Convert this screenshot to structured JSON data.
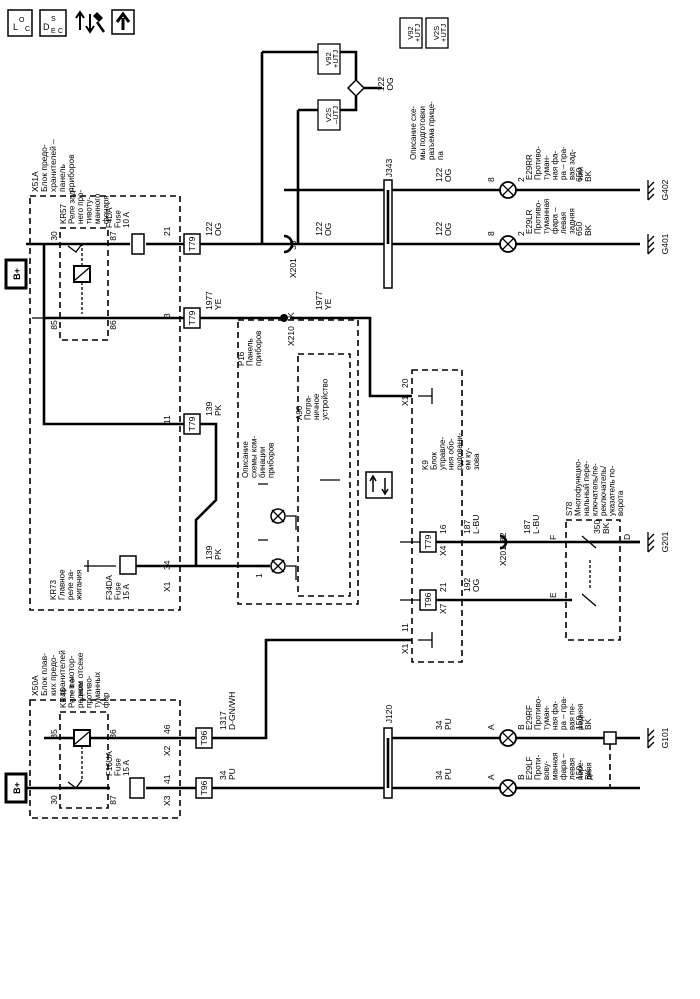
{
  "toolbar": {
    "loc_sub": "L",
    "loc_sup": "O",
    "loc_tail": "C",
    "desc_main": "D",
    "desc_sub": "E",
    "desc_sup": "S",
    "desc_tail": "C"
  },
  "supply": {
    "b_plus_top": "B+",
    "b_plus_bottom": "B+"
  },
  "x51a": {
    "title": [
      "X51A",
      "Блок предо-",
      "хранителей –",
      "панель",
      "приборов"
    ],
    "kr57": [
      "KR57",
      "Реле зад-",
      "него про-",
      "тивоту-",
      "манного",
      "фонаря"
    ],
    "kr57_pins": {
      "p30": "30",
      "p87": "87",
      "p85": "85",
      "p86": "86"
    },
    "f4da": [
      "F4DA",
      "Fuse",
      "10 A"
    ],
    "kr73": [
      "KR73",
      "Главное",
      "реле за-",
      "жигания"
    ],
    "f34da": [
      "F34DA",
      "Fuse",
      "15 A"
    ],
    "pins": {
      "p21": "21",
      "p3": "3",
      "p11": "11",
      "p34": "34",
      "x1": "X1"
    }
  },
  "x50a": {
    "title": [
      "X50A",
      "Блок плав-",
      "ких предо-",
      "хранителей",
      "– в мотор-",
      "ном отсеке"
    ],
    "kr46": [
      "KR46",
      "Реле пе-",
      "редних",
      "противо-",
      "туманных",
      "фар"
    ],
    "kr46_pins": {
      "p85": "85",
      "p86": "86",
      "p30": "30",
      "p87": "87"
    },
    "f16ua": [
      "F16UA",
      "Fuse",
      "15 A"
    ],
    "pins": {
      "p46": "46",
      "p41": "41",
      "x2": "X2",
      "x3": "X3"
    }
  },
  "connectors": {
    "t79": "T79",
    "t96": "T96"
  },
  "wires": {
    "w122a": [
      "122",
      "OG"
    ],
    "w122b": [
      "122",
      "OG"
    ],
    "w122c": [
      "122",
      "OG"
    ],
    "w122d": [
      "122",
      "OG"
    ],
    "w122e": [
      "122",
      "OG"
    ],
    "w1977a": [
      "1977",
      "YE"
    ],
    "w1977b": [
      "1977",
      "YE"
    ],
    "w139a": [
      "139",
      "PK"
    ],
    "w139b": [
      "139",
      "PK"
    ],
    "w187a": [
      "187",
      "L-BU"
    ],
    "w187b": [
      "187",
      "L-BU"
    ],
    "w192": [
      "192",
      "OG"
    ],
    "w350": [
      "350",
      "BK"
    ],
    "w650a": [
      "650",
      "BK"
    ],
    "w650b": [
      "650",
      "BK"
    ],
    "w1317": [
      "1317",
      "D-GN/WH"
    ],
    "w34a": [
      "34",
      "PU"
    ],
    "w34b": [
      "34",
      "PU"
    ],
    "w34c": [
      "34",
      "PU"
    ],
    "w150a": [
      "150",
      "BK"
    ],
    "w150b": [
      "150",
      "BK"
    ]
  },
  "x201": {
    "name": "X201",
    "pin": "33",
    "pin2": "82"
  },
  "x210": {
    "name": "X210",
    "pin": "K"
  },
  "options": {
    "v92_top": [
      "V92",
      "+UTJ"
    ],
    "v2s_top": [
      "V2S",
      "+UTJ"
    ],
    "v92_mid": [
      "V92",
      "+UTJ"
    ],
    "v2s_mid": [
      "V2S",
      "–UTJ"
    ],
    "trailer_note": [
      "Описание схе-",
      "мы подготовки",
      "разъема прице-",
      "па"
    ]
  },
  "j343": {
    "name": "J343"
  },
  "j120": {
    "name": "J120"
  },
  "lamps": {
    "e29rr": [
      "E29RR",
      "Противо-",
      "туман-",
      "ная фа-",
      "ра – пра-",
      "вая зад-",
      "няя"
    ],
    "e29lr": [
      "E29LR",
      "Противо-",
      "туманная",
      "фара –",
      "левая",
      "задняя"
    ],
    "e29rf": [
      "E29RF",
      "Противо-",
      "туман-",
      "ная фа-",
      "ра – пра-",
      "вая пе-",
      "редняя"
    ],
    "e29lf": [
      "E29LF",
      "Проти-",
      "вову-",
      "манная",
      "фара –",
      "левая",
      "пере-",
      "дняя"
    ],
    "pin8": "8",
    "pin2": "2",
    "pinA": "A",
    "pinB": "B"
  },
  "grounds": {
    "g402": "G402",
    "g401": "G401",
    "g201": "G201",
    "g101": "G101"
  },
  "p16": {
    "title": [
      "P16",
      "Панель",
      "приборов"
    ],
    "desc": [
      "Описание",
      "схемы ком-",
      "бинации",
      "приборов"
    ],
    "pin1": "1"
  },
  "a90": {
    "title": [
      "A90",
      "Погра-",
      "ничное",
      "устройство"
    ]
  },
  "k9": {
    "title": [
      "K9",
      "Блок",
      "управле-",
      "ния обо-",
      "рудовани-",
      "ем ку-",
      "зова"
    ],
    "pins": {
      "p20": "20",
      "x1a": "X1",
      "p16": "16",
      "x4": "X4",
      "p21": "21",
      "x7": "X7",
      "p11": "11",
      "x1b": "X1"
    }
  },
  "s78": {
    "title": [
      "S78",
      "Многофункцио-",
      "нальный пере-",
      "ключатель/пе-",
      "реключатель/",
      "указатель по-",
      "ворота"
    ],
    "pins": {
      "f": "F",
      "e": "E",
      "d": "D"
    }
  }
}
